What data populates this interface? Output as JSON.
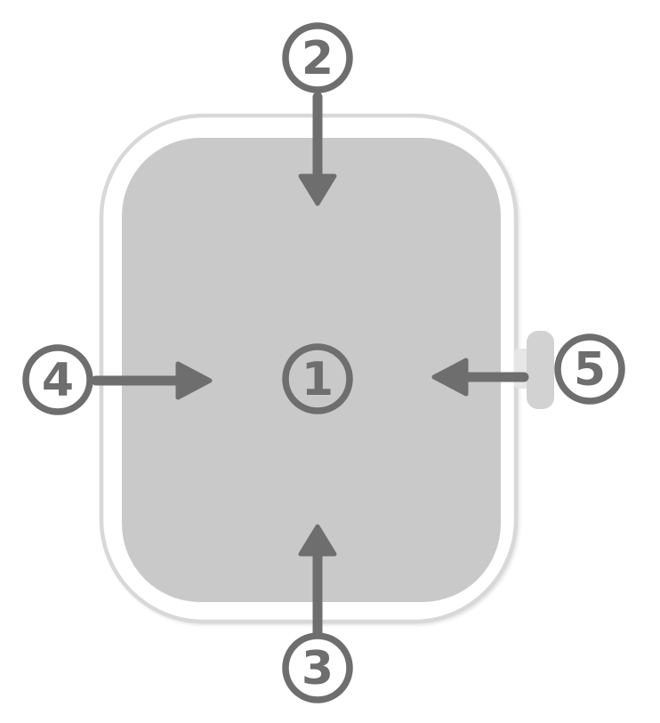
{
  "figure": {
    "kind": "device-callout-diagram",
    "callouts": [
      {
        "label": "1",
        "arrow": "none"
      },
      {
        "label": "2",
        "arrow": "down"
      },
      {
        "label": "3",
        "arrow": "up"
      },
      {
        "label": "4",
        "arrow": "right"
      },
      {
        "label": "5",
        "arrow": "left"
      }
    ]
  },
  "colors": {
    "page-bg": "#ffffff",
    "callout": "#6e6e6e",
    "device-outline": "#d8d8d8",
    "screen-fill": "#c9c9c9",
    "button-fill": "#d2d2d2",
    "connector-fill": "#e6e6e6"
  }
}
